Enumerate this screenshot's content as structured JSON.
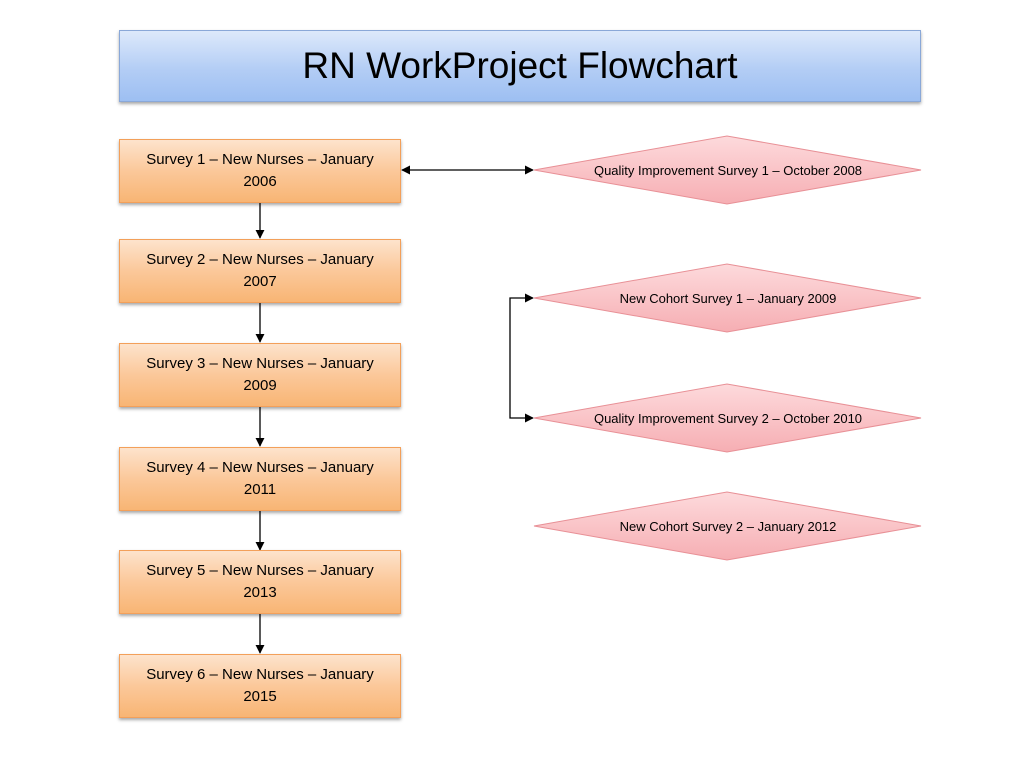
{
  "title": "RN WorkProject Flowchart",
  "colors": {
    "title_fill": "#b3cdf5",
    "box_fill": "#fbc89a",
    "diamond_fill": "#f9c3c7",
    "diamond_stroke": "#e89096"
  },
  "surveys": [
    "Survey 1 – New Nurses – January 2006",
    "Survey 2 – New Nurses – January 2007",
    "Survey 3 – New Nurses – January 2009",
    "Survey 4 – New Nurses – January 2011",
    "Survey 5 – New Nurses – January 2013",
    "Survey 6 – New Nurses – January 2015"
  ],
  "side_items": [
    "Quality Improvement Survey 1 – October 2008",
    "New Cohort Survey 1  – January 2009",
    "Quality Improvement Survey 2 – October 2010",
    "New Cohort Survey 2 – January 2012"
  ]
}
